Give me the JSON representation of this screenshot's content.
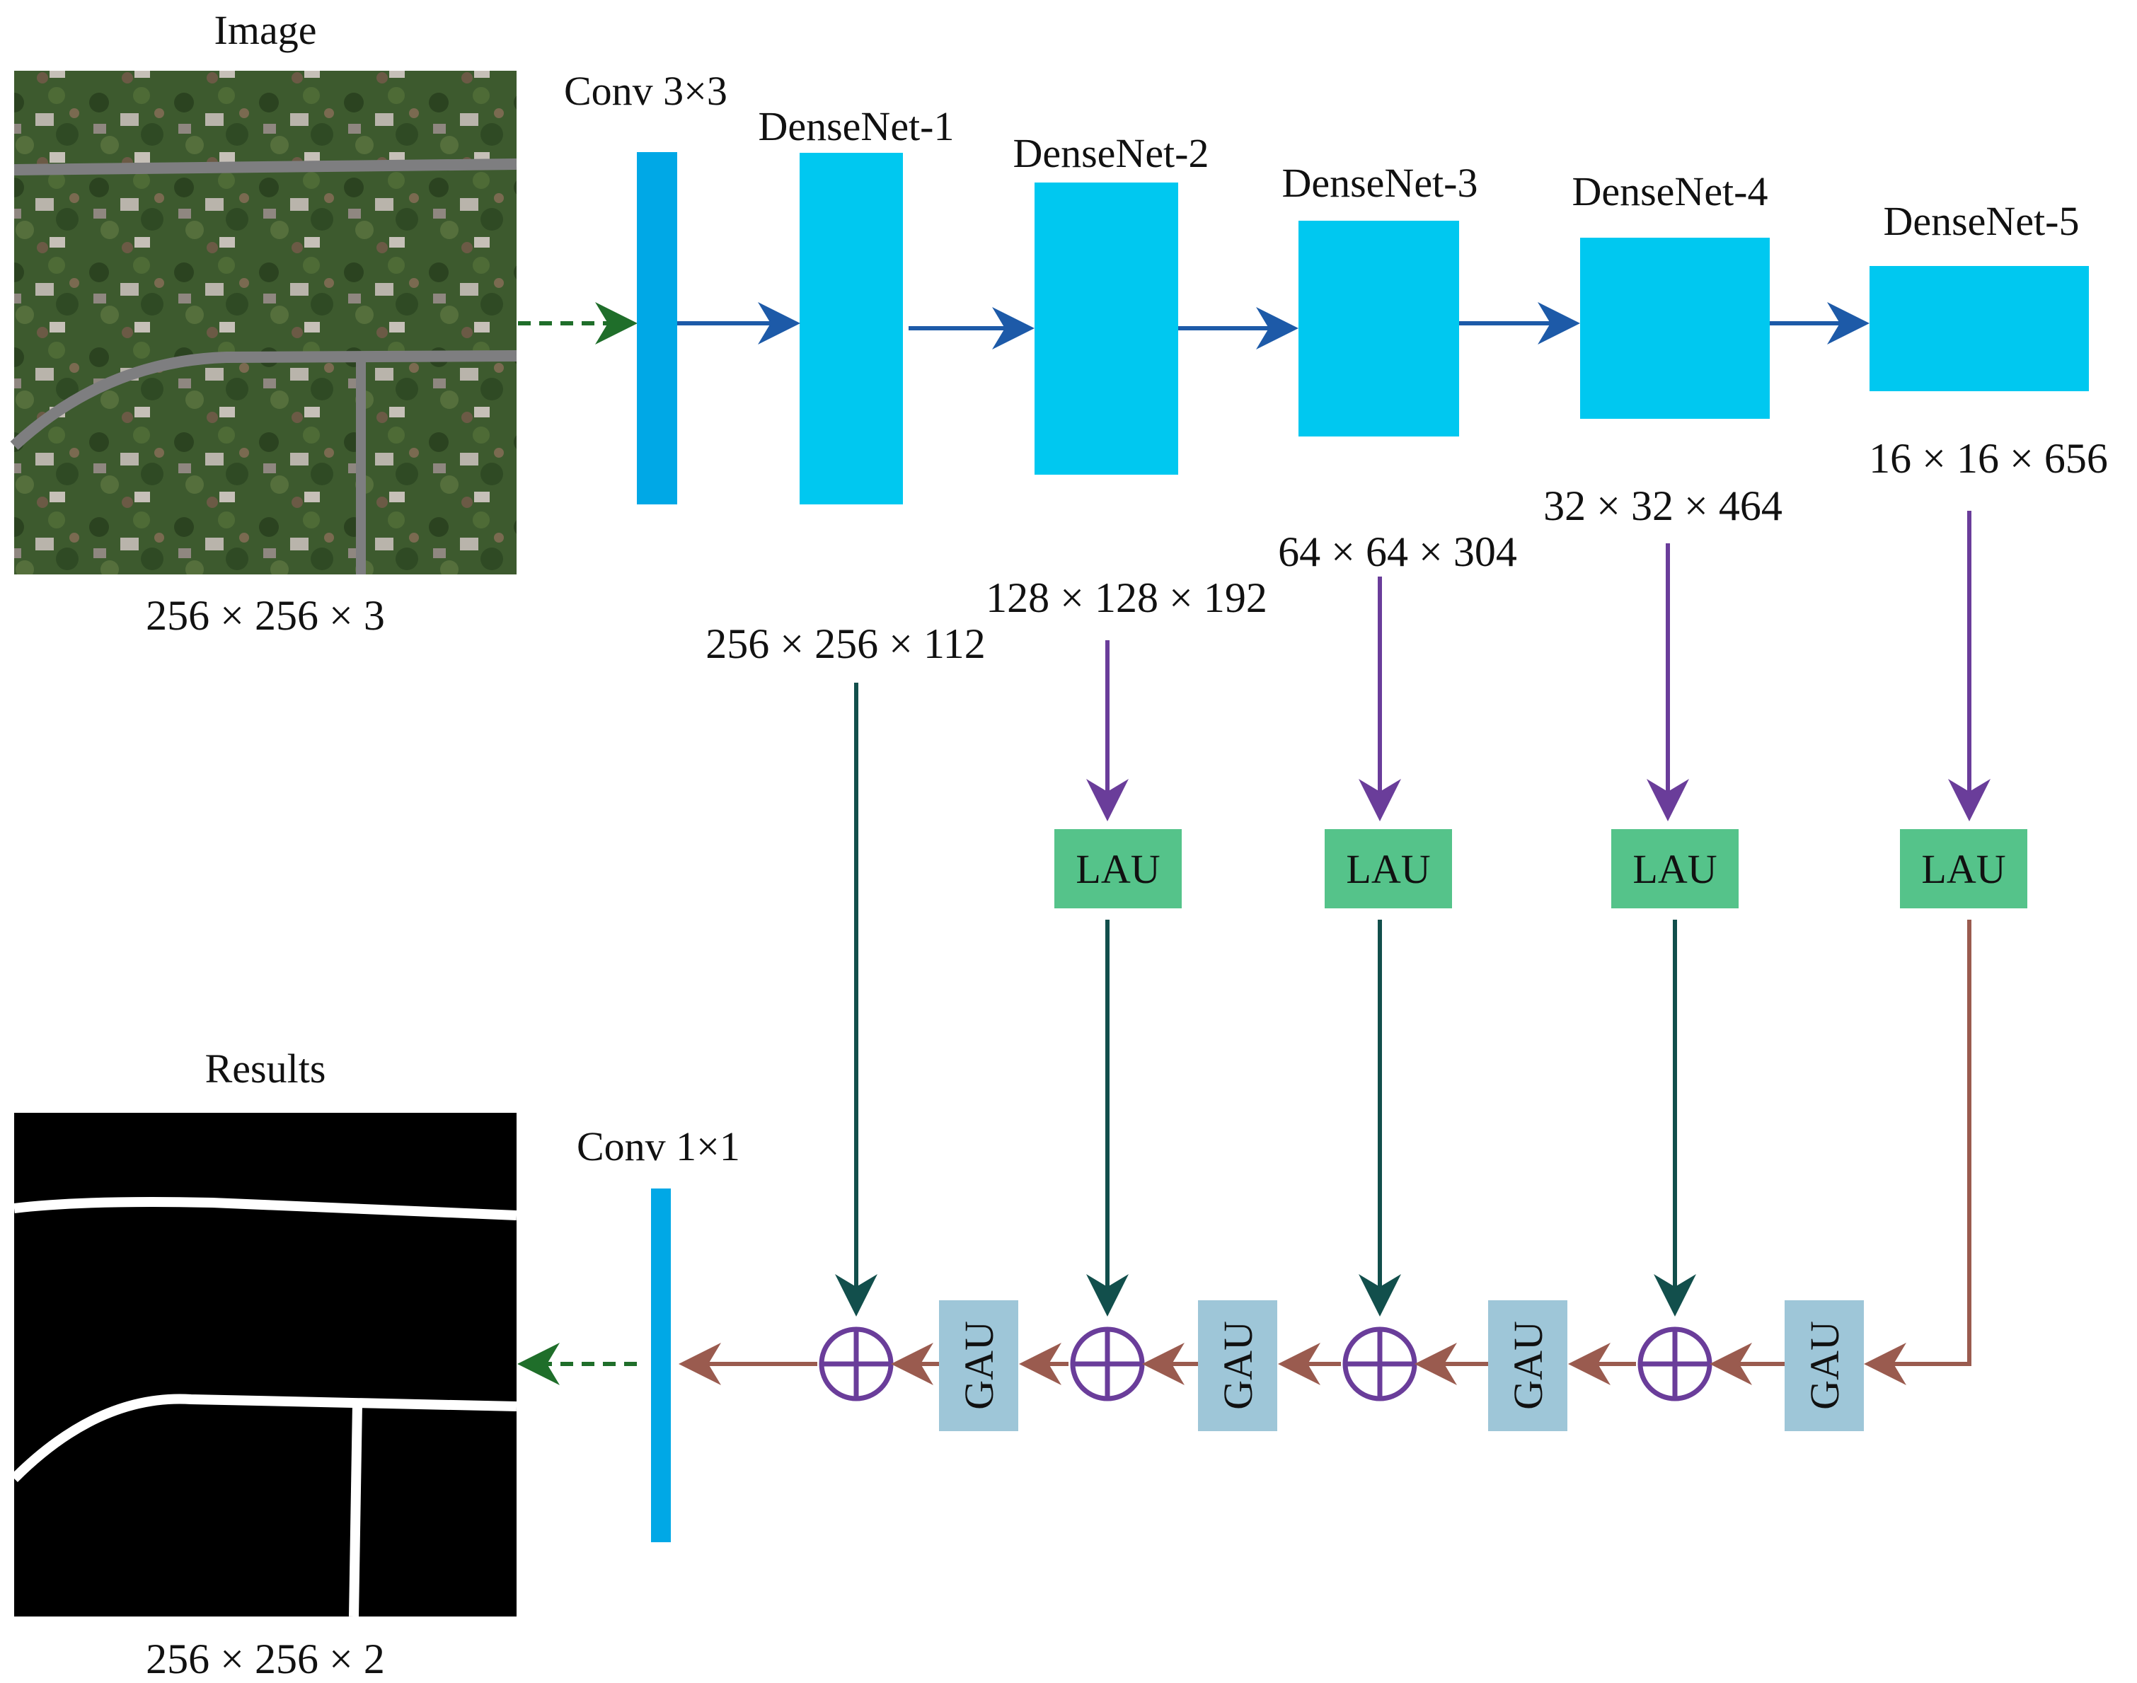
{
  "input": {
    "title": "Image",
    "size": "256 × 256 × 3"
  },
  "output": {
    "title": "Results",
    "size": "256 × 256 × 2"
  },
  "conv_in": {
    "label": "Conv 3×3"
  },
  "conv_out": {
    "label": "Conv 1×1"
  },
  "encoder": [
    {
      "label": "DenseNet-1"
    },
    {
      "label": "DenseNet-2"
    },
    {
      "label": "DenseNet-3"
    },
    {
      "label": "DenseNet-4"
    },
    {
      "label": "DenseNet-5"
    }
  ],
  "features": [
    {
      "size": "256 × 256 × 112"
    },
    {
      "size": "128 × 128 × 192"
    },
    {
      "size": "64 × 64 × 304"
    },
    {
      "size": "32 × 32 × 464"
    },
    {
      "size": "16 × 16 × 656"
    }
  ],
  "lau": [
    "LAU",
    "LAU",
    "LAU",
    "LAU"
  ],
  "gau": [
    "GAU",
    "GAU",
    "GAU",
    "GAU"
  ],
  "colors": {
    "encoder_block": "#00c8f0",
    "conv_bar": "#00a8e6",
    "lau_box": "#55c38a",
    "gau_box": "#9ec6d8",
    "arrow_blue": "#1d5aa8",
    "arrow_purple": "#6a3d9a",
    "arrow_teal": "#124f4c",
    "arrow_brown": "#9a5b4f",
    "arrow_green_dashed": "#1f6e2a",
    "sum_circle": "#6a3d9a"
  }
}
